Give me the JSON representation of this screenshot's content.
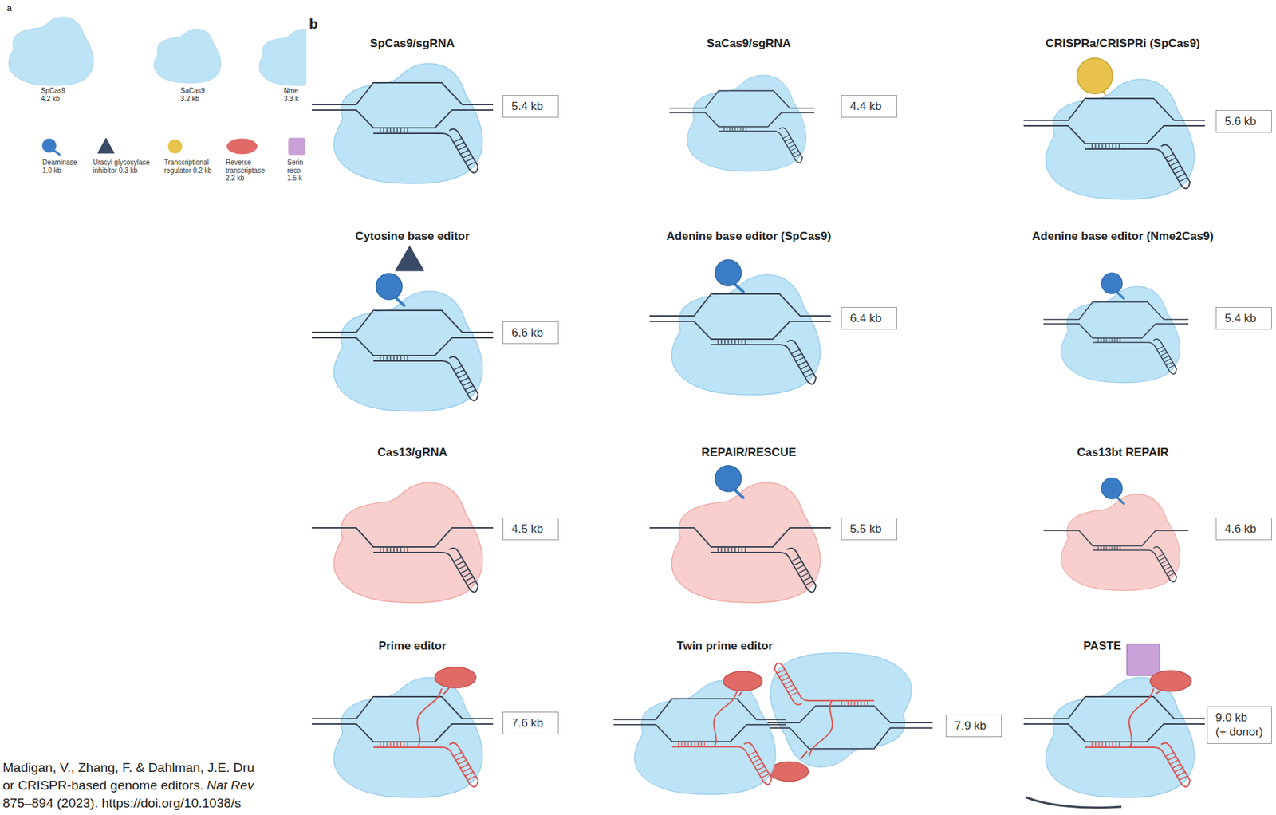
{
  "diagram": {
    "nodes": [
      {
        "text": [
          "5.4 kb"
        ]
      },
      {
        "text": [
          "4.4 kb"
        ]
      },
      {
        "text": [
          "5.6 kb"
        ]
      },
      {
        "text": [
          "6.6 kb"
        ]
      },
      {
        "text": [
          "6.4 kb"
        ]
      },
      {
        "text": [
          "5.4 kb"
        ]
      },
      {
        "text": [
          "4.5 kb"
        ]
      },
      {
        "text": [
          "5.5 kb"
        ]
      },
      {
        "text": [
          "4.6 kb"
        ]
      },
      {
        "text": [
          "7.6 kb"
        ]
      },
      {
        "text": [
          "7.9 kb"
        ]
      },
      {
        "text": [
          "9.0 kb",
          "(+ donor)"
        ]
      }
    ],
    "labels": [
      "a",
      "SpCas9",
      "4.2 kb",
      "SaCas9",
      "3.2 kb",
      "Nme",
      "3.3 k",
      "b",
      "SpCas9/sgRNA",
      "SaCas9/sgRNA",
      "CRISPRa/CRISPRi (SpCas9)",
      "Cytosine base editor",
      "Adenine base editor (SpCas9)",
      "Adenine base editor (Nme2Cas9)",
      "Cas13/gRNA",
      "REPAIR/RESCUE",
      "Cas13bt REPAIR",
      "Prime editor",
      "Twin prime editor",
      "PASTE",
      "Madigan, V., Zhang, F. & Dahlman, J.E. Dru",
      "or CRISPR-based genome editors.",
      "Nat Rev",
      "875–894 (2023). https://doi.org/10.1038/s"
    ],
    "legend": [
      {
        "text": "Deaminase 1.0 kb",
        "color": "#3a7dc6"
      },
      {
        "text": "Uracyl glycosylase inhibitor 0.3 kb",
        "color": "#3b4a66"
      },
      {
        "text": "Transcriptional regulator 0.2 kb",
        "color": "#e8c24a"
      },
      {
        "text": "Reverse transcriptase 2.2 kb",
        "color": "#e06a66"
      },
      {
        "text": "Serin reco 1.5 k",
        "color": "#c9a0d8"
      }
    ]
  }
}
